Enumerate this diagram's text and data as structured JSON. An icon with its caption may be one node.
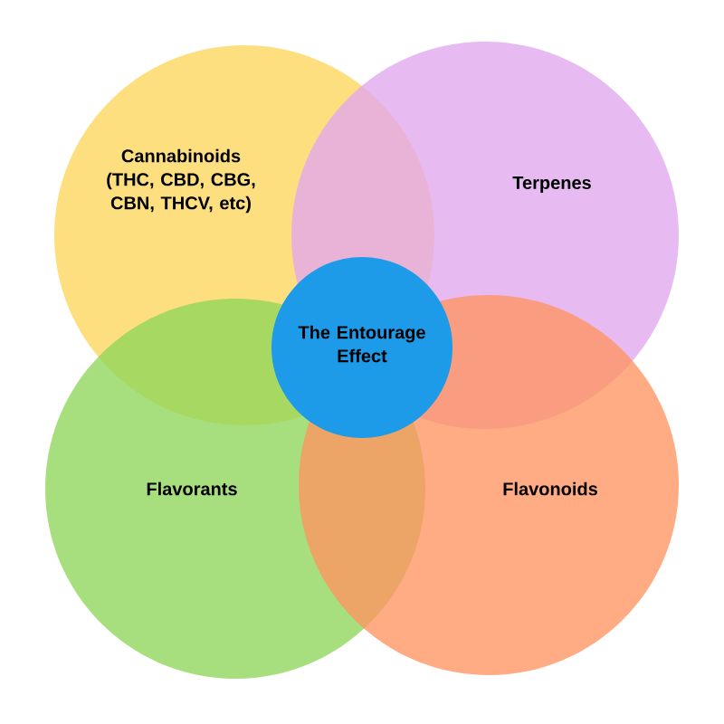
{
  "diagram": {
    "nodes": [
      {
        "text": [
          "Cannabinoids (THC, CBD, CBG, CBN, THCV, etc)"
        ]
      },
      {
        "text": [
          "Terpenes"
        ]
      },
      {
        "text": [
          "Flavorants"
        ]
      },
      {
        "text": [
          "Flavonoids"
        ]
      },
      {
        "text": [
          "The Entourage Effect"
        ]
      }
    ]
  }
}
